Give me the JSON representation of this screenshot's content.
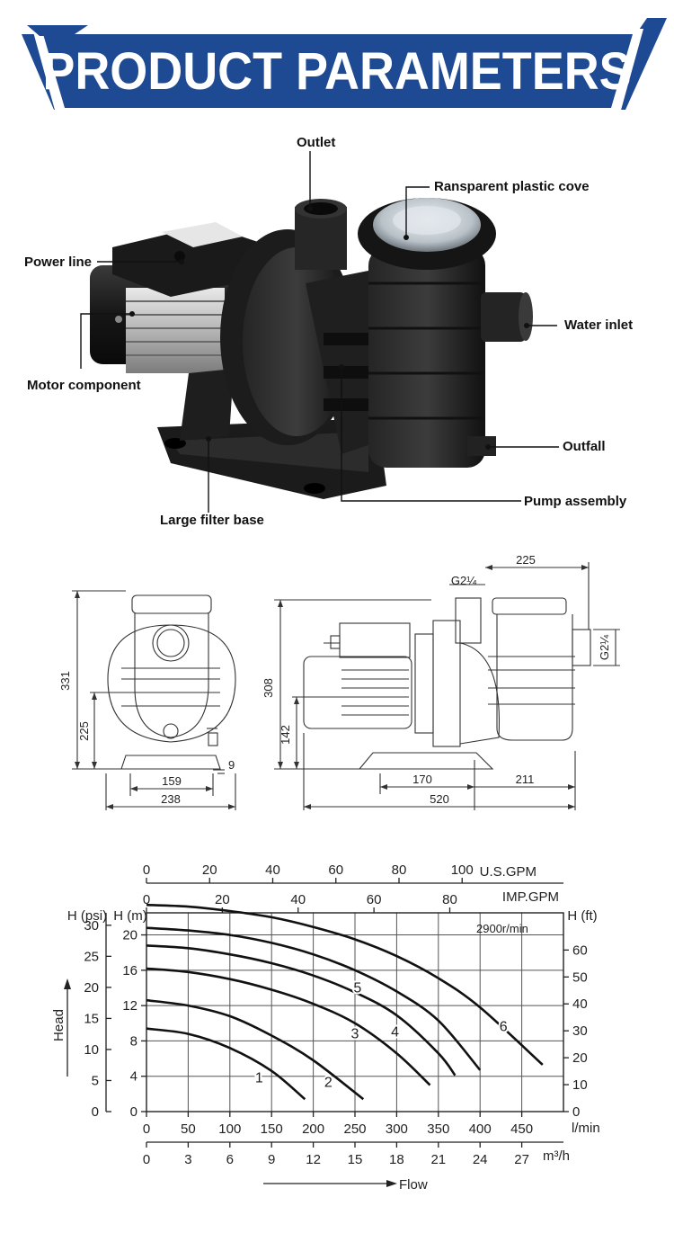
{
  "banner": {
    "title": "PRODUCT PARAMETERS"
  },
  "callouts": {
    "outlet": "Outlet",
    "cover": "Ransparent plastic cove",
    "power_line": "Power line",
    "water_inlet": "Water inlet",
    "motor": "Motor component",
    "outfall": "Outfall",
    "pump_assembly": "Pump assembly",
    "filter_base": "Large filter base"
  },
  "dimensions": {
    "front": {
      "height_total": "331",
      "height_axis": "225",
      "width_inner": "159",
      "width_total": "238",
      "foot": "9"
    },
    "side": {
      "height": "308",
      "height_axis": "142",
      "thread_top": "G2¼",
      "thread_side": "G2¼",
      "top_len": "225",
      "len_a": "170",
      "len_b": "211",
      "len_total": "520"
    }
  },
  "chart_data": {
    "type": "line",
    "annotation": "2900r/min",
    "xlabel": "Flow",
    "ylabel": "Head",
    "x_unit": "l/min",
    "x_unit_m3h": "m³/h",
    "y_unit": "H (m)",
    "y_unit_psi": "H (psi)",
    "y_unit_ft": "H (ft)",
    "top_axis_usgpm_label": "U.S.GPM",
    "top_axis_impgpm_label": "IMP.GPM",
    "xlim": [
      0,
      500
    ],
    "ylim": [
      0,
      22.5
    ],
    "grid": true,
    "x_ticks": [
      0,
      50,
      100,
      150,
      200,
      250,
      300,
      350,
      400,
      450
    ],
    "m3h_ticks": [
      0,
      3,
      6,
      9,
      12,
      15,
      18,
      21,
      24,
      27
    ],
    "usgpm_ticks": [
      0,
      20,
      40,
      60,
      80,
      100
    ],
    "impgpm_ticks": [
      0,
      20,
      40,
      60,
      80
    ],
    "y_ticks_m": [
      0,
      4,
      8,
      12,
      16,
      20
    ],
    "y_ticks_psi": [
      0,
      5,
      10,
      15,
      20,
      25,
      30
    ],
    "y_ticks_ft": [
      0,
      10,
      20,
      30,
      40,
      50,
      60
    ],
    "series": [
      {
        "name": "1",
        "x": [
          0,
          50,
          100,
          150,
          190
        ],
        "y": [
          9.4,
          8.8,
          7.2,
          4.6,
          1.4
        ]
      },
      {
        "name": "2",
        "x": [
          0,
          50,
          100,
          150,
          200,
          260
        ],
        "y": [
          12.6,
          12.0,
          10.8,
          8.6,
          5.8,
          1.4
        ]
      },
      {
        "name": "3",
        "x": [
          0,
          50,
          100,
          150,
          200,
          250,
          300,
          340
        ],
        "y": [
          16.2,
          15.8,
          15.0,
          13.8,
          12.2,
          10.0,
          6.6,
          3.0
        ]
      },
      {
        "name": "4",
        "x": [
          0,
          50,
          100,
          150,
          200,
          250,
          300,
          350,
          370
        ],
        "y": [
          18.8,
          18.5,
          17.8,
          16.8,
          15.4,
          13.5,
          10.9,
          6.6,
          4.1
        ]
      },
      {
        "name": "5",
        "x": [
          0,
          50,
          100,
          150,
          200,
          250,
          300,
          350,
          400
        ],
        "y": [
          20.8,
          20.5,
          20.0,
          19.1,
          17.8,
          16.0,
          13.6,
          10.3,
          4.7
        ]
      },
      {
        "name": "6",
        "x": [
          0,
          50,
          100,
          150,
          200,
          250,
          300,
          350,
          400,
          475
        ],
        "y": [
          23.4,
          23.2,
          22.7,
          22.0,
          20.9,
          19.5,
          17.6,
          15.1,
          11.8,
          5.3
        ]
      }
    ],
    "series_label_positions": [
      {
        "name": "1",
        "x": 135,
        "y": 3.9
      },
      {
        "name": "2",
        "x": 218,
        "y": 3.4
      },
      {
        "name": "3",
        "x": 250,
        "y": 8.9
      },
      {
        "name": "4",
        "x": 298,
        "y": 9.1
      },
      {
        "name": "5",
        "x": 253,
        "y": 14.1
      },
      {
        "name": "6",
        "x": 428,
        "y": 9.7
      }
    ]
  }
}
